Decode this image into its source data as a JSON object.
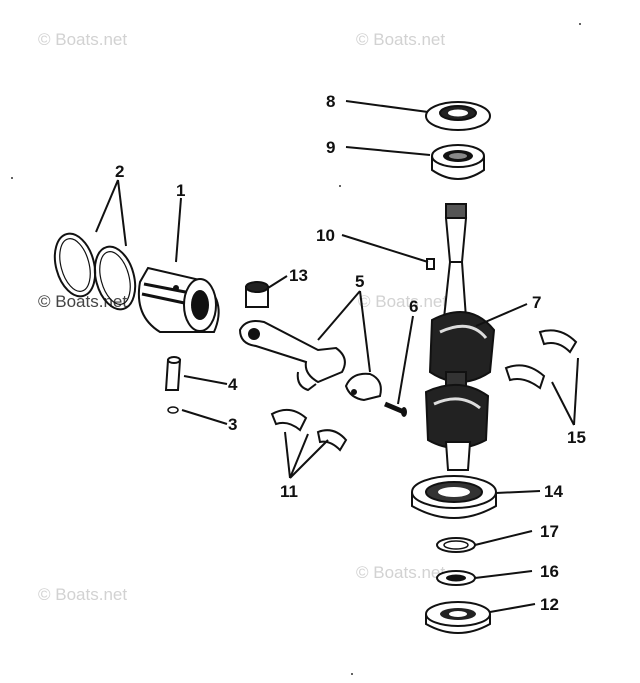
{
  "watermark": {
    "text": "© Boats.net"
  },
  "callouts": {
    "c1": "1",
    "c2": "2",
    "c3": "3",
    "c4": "4",
    "c5": "5",
    "c6": "6",
    "c7": "7",
    "c8": "8",
    "c9": "9",
    "c10": "10",
    "c11": "11",
    "c12": "12",
    "c13": "13",
    "c14": "14",
    "c15": "15",
    "c16": "16",
    "c17": "17"
  },
  "colors": {
    "ink": "#111111",
    "paper": "#ffffff",
    "watermark": "#d2d2d2"
  }
}
